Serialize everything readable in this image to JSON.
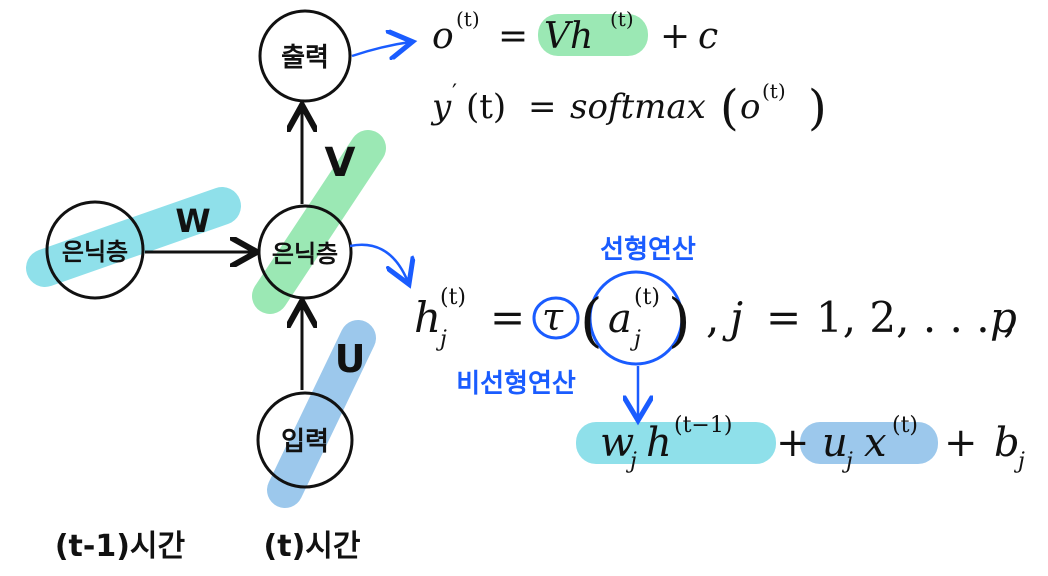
{
  "nodes": {
    "output": "출력",
    "hidden_prev": "은닉층",
    "hidden_curr": "은닉층",
    "input": "입력"
  },
  "weights": {
    "W": "W",
    "V": "V",
    "U": "U"
  },
  "time_labels": {
    "prev": "(t-1)시간",
    "curr": "(t)시간"
  },
  "annotations": {
    "linear": "선형연산",
    "nonlinear": "비선형연산"
  },
  "equations": {
    "output_eq": "o^(t) = V h^(t) + c",
    "softmax_eq": "y'(t) = softmax(o^(t))",
    "hidden_eq": "h_j^(t) = τ(a_j^(t)), j = 1, 2, …, p",
    "preact_eq": "w_j h^(t−1) + u_j x^(t) + b_j"
  },
  "colors": {
    "green_highlight": "#9be8b4",
    "cyan_highlight": "#8fe0ea",
    "blue_highlight": "#9cc8ec",
    "blue_ink": "#1a5cff",
    "ink": "#111111"
  }
}
